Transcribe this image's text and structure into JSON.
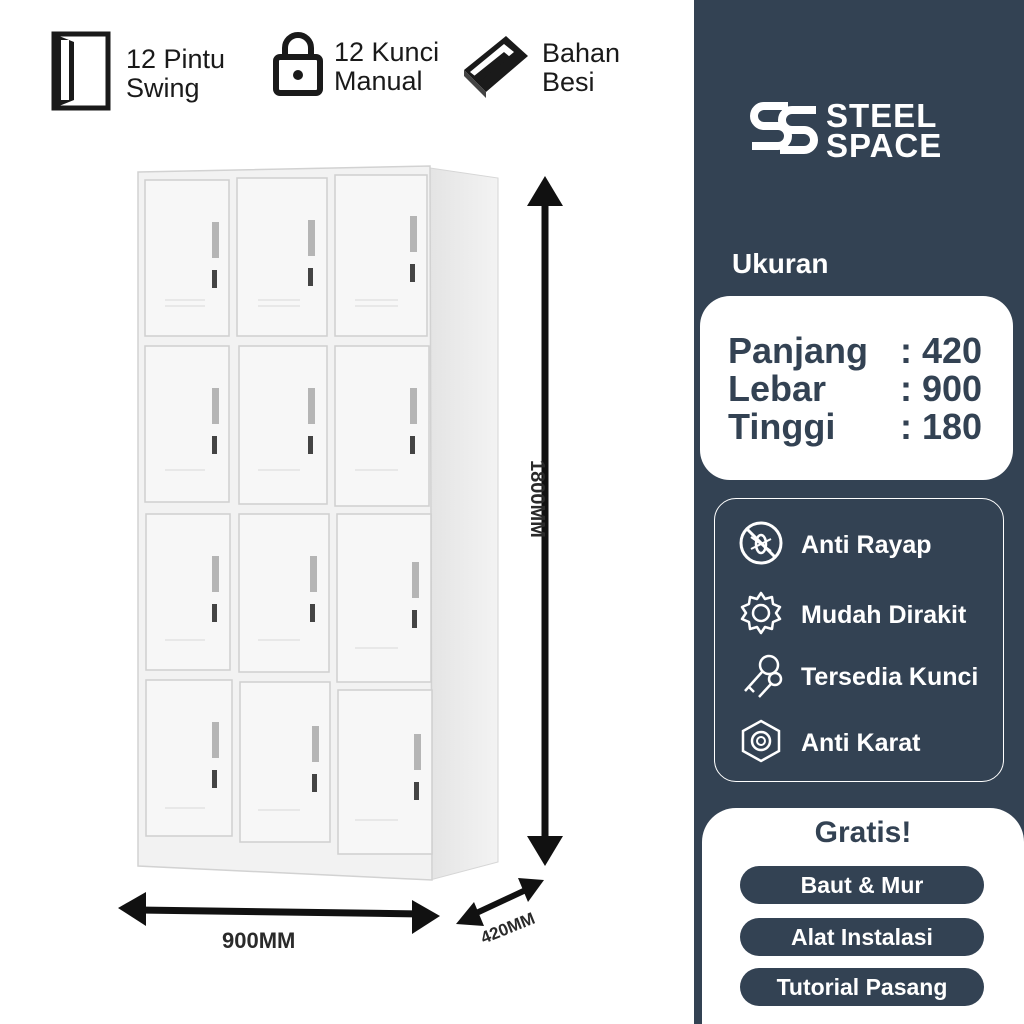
{
  "features_top": [
    {
      "icon": "door-icon",
      "line1": "12 Pintu",
      "line2": "Swing"
    },
    {
      "icon": "padlock-icon",
      "line1": "12 Kunci",
      "line2": "Manual"
    },
    {
      "icon": "steel-bar-icon",
      "line1": "Bahan",
      "line2": "Besi"
    }
  ],
  "dimensions": {
    "width_label": "900MM",
    "depth_label": "420MM",
    "height_label": "1800MM"
  },
  "brand": {
    "line1": "STEEL",
    "line2": "SPACE",
    "icon": "ss-logo-icon"
  },
  "size": {
    "title": "Ukuran",
    "rows": [
      {
        "key": "Panjang",
        "value": ": 420"
      },
      {
        "key": "Lebar",
        "value": ": 900"
      },
      {
        "key": "Tinggi",
        "value": ": 180"
      }
    ]
  },
  "benefits": [
    {
      "icon": "anti-termite-icon",
      "label": "Anti Rayap"
    },
    {
      "icon": "gear-icon",
      "label": "Mudah Dirakit"
    },
    {
      "icon": "keys-icon",
      "label": "Tersedia Kunci"
    },
    {
      "icon": "nut-icon",
      "label": "Anti Karat"
    }
  ],
  "gratis": {
    "title": "Gratis!",
    "items": [
      "Baut & Mur",
      "Alat Instalasi",
      "Tutorial Pasang"
    ]
  },
  "colors": {
    "panel": "#334253",
    "white": "#ffffff"
  }
}
